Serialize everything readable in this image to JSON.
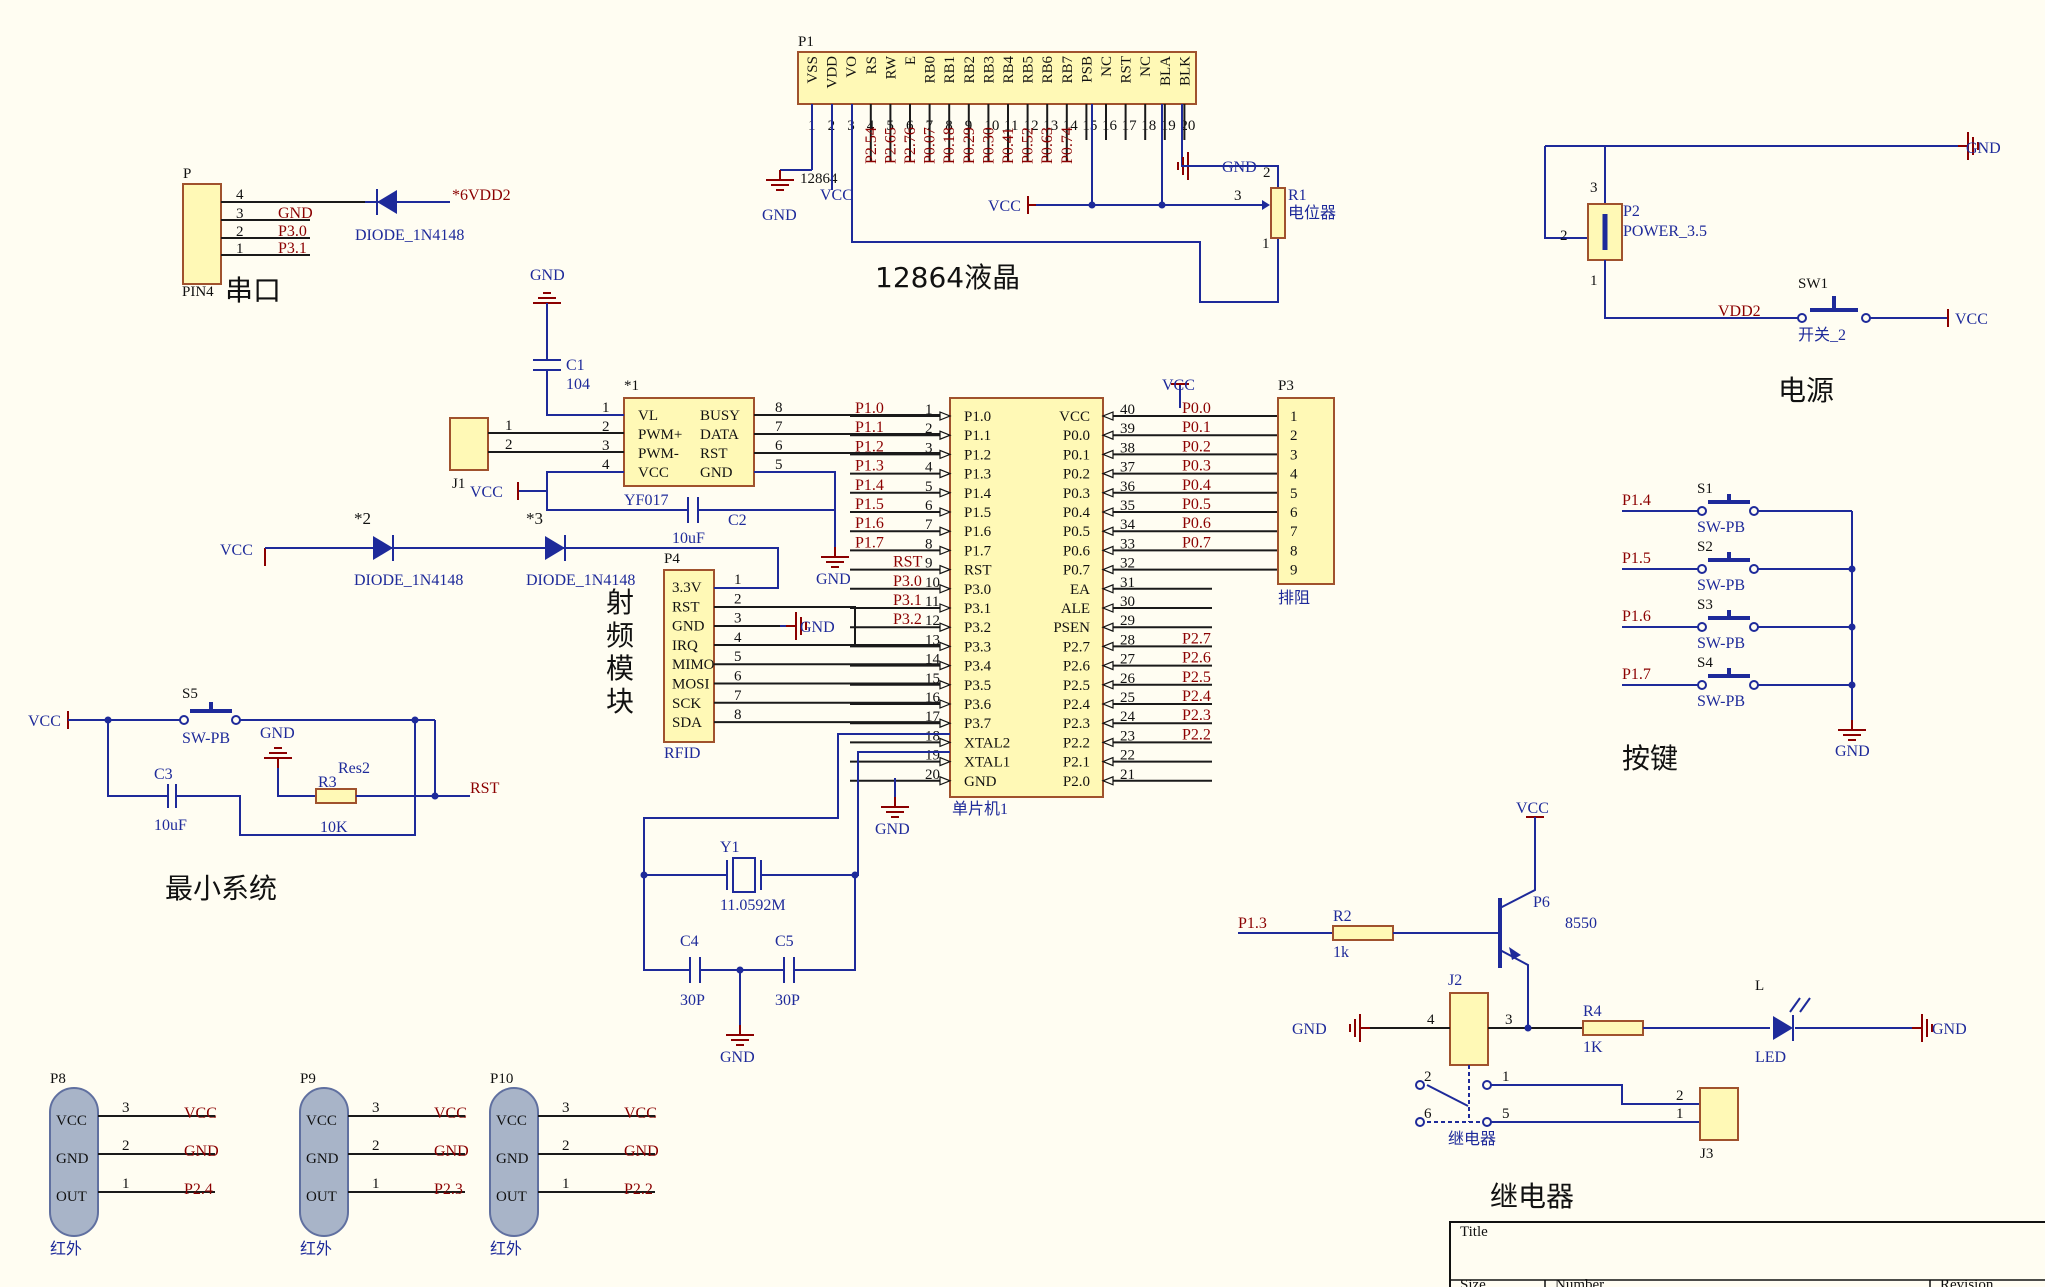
{
  "sections": {
    "serial": "串口",
    "lcd": "12864液晶",
    "power": "电源",
    "buttons": "按键",
    "minsys": "最小系统",
    "rf": "射频模块",
    "relay": "继电器"
  },
  "nets": {
    "gnd": "GND",
    "vcc": "VCC",
    "vdd2": "VDD2",
    "vdd2_alt": "*6VDD2",
    "rst": "RST"
  },
  "serial": {
    "ref": "P",
    "part": "PIN4",
    "pins": [
      "4",
      "3",
      "2",
      "1"
    ],
    "nets": [
      "GND",
      "P3.0",
      "P3.1"
    ],
    "diode": "DIODE_1N4148"
  },
  "lcd": {
    "ref": "P1",
    "part": "12864",
    "pins": [
      "VSS",
      "VDD",
      "VO",
      "RS",
      "RW",
      "E",
      "RB0",
      "RB1",
      "RB2",
      "RB3",
      "RB4",
      "RB5",
      "RB6",
      "RB7",
      "PSB",
      "NC",
      "RST",
      "NC",
      "BLA",
      "BLK"
    ],
    "numbers": [
      "1",
      "2",
      "3",
      "4",
      "5",
      "6",
      "7",
      "8",
      "9",
      "10",
      "11",
      "12",
      "13",
      "14",
      "15",
      "16",
      "17",
      "18",
      "19",
      "20"
    ],
    "nets": [
      "P2.54",
      "P2.65",
      "P2.76",
      "P0.07",
      "P0.18",
      "P0.29",
      "P0.30",
      "P0.41",
      "P0.52",
      "P0.63",
      "P0.74"
    ],
    "pot_ref": "R1",
    "pot_name": "电位器",
    "pot_pins": [
      "2",
      "3",
      "1"
    ]
  },
  "power": {
    "ref": "P2",
    "part": "POWER_3.5",
    "pins": [
      "3",
      "2",
      "1"
    ],
    "sw_ref": "SW1",
    "sw_name": "开关_2"
  },
  "buttons": [
    {
      "ref": "S1",
      "part": "SW-PB",
      "net": "P1.4"
    },
    {
      "ref": "S2",
      "part": "SW-PB",
      "net": "P1.5"
    },
    {
      "ref": "S3",
      "part": "SW-PB",
      "net": "P1.6"
    },
    {
      "ref": "S4",
      "part": "SW-PB",
      "net": "P1.7"
    }
  ],
  "voice": {
    "ref": "*1",
    "c1": "C1",
    "c1v": "104",
    "c2": "C2",
    "c2v": "10uF",
    "c2name": "YF017",
    "left": [
      "VL",
      "PWM+",
      "PWM-",
      "VCC"
    ],
    "right": [
      "BUSY",
      "DATA",
      "RST",
      "GND"
    ],
    "lnum": [
      "1",
      "2",
      "3",
      "4"
    ],
    "rnum": [
      "8",
      "7",
      "6",
      "5"
    ],
    "j1": "J1",
    "j1pins": [
      "1",
      "2"
    ]
  },
  "mcu": {
    "name": "单片机1",
    "left": [
      "P1.0",
      "P1.1",
      "P1.2",
      "P1.3",
      "P1.4",
      "P1.5",
      "P1.6",
      "P1.7",
      "RST",
      "P3.0",
      "P3.1",
      "P3.2",
      "P3.3",
      "P3.4",
      "P3.5",
      "P3.6",
      "P3.7",
      "XTAL2",
      "XTAL1",
      "GND"
    ],
    "right": [
      "VCC",
      "P0.0",
      "P0.1",
      "P0.2",
      "P0.3",
      "P0.4",
      "P0.5",
      "P0.6",
      "P0.7",
      "EA",
      "ALE",
      "PSEN",
      "P2.7",
      "P2.6",
      "P2.5",
      "P2.4",
      "P2.3",
      "P2.2",
      "P2.1",
      "P2.0"
    ],
    "lnum": [
      "1",
      "2",
      "3",
      "4",
      "5",
      "6",
      "7",
      "8",
      "9",
      "10",
      "11",
      "12",
      "13",
      "14",
      "15",
      "16",
      "17",
      "18",
      "19",
      "20"
    ],
    "rnum": [
      "40",
      "39",
      "38",
      "37",
      "36",
      "35",
      "34",
      "33",
      "32",
      "31",
      "30",
      "29",
      "28",
      "27",
      "26",
      "25",
      "24",
      "23",
      "22",
      "21"
    ],
    "lnets": [
      "P1.0",
      "P1.1",
      "P1.2",
      "P1.3",
      "P1.4",
      "P1.5",
      "P1.6",
      "P1.7",
      "RST",
      "P3.0",
      "P3.1",
      "P3.2"
    ],
    "rnets": [
      "P0.0",
      "P0.1",
      "P0.2",
      "P0.3",
      "P0.4",
      "P0.5",
      "P0.6",
      "P0.7",
      "",
      "",
      "",
      "",
      "P2.7",
      "P2.6",
      "P2.5",
      "P2.4",
      "P2.3",
      "P2.2"
    ]
  },
  "pullup": {
    "ref": "P3",
    "name": "排阻",
    "pins": [
      "1",
      "2",
      "3",
      "4",
      "5",
      "6",
      "7",
      "8",
      "9"
    ]
  },
  "rfid": {
    "ref": "P4",
    "part": "RFID",
    "pins": [
      "3.3V",
      "RST",
      "GND",
      "IRQ",
      "MIMO",
      "MOSI",
      "SCK",
      "SDA"
    ],
    "nums": [
      "1",
      "2",
      "3",
      "4",
      "5",
      "6",
      "7",
      "8"
    ]
  },
  "diodes": {
    "d2": "*2",
    "d3": "*3",
    "part": "DIODE_1N4148"
  },
  "minsys": {
    "s5": "S5",
    "s5part": "SW-PB",
    "c3": "C3",
    "c3v": "10uF",
    "r3": "R3",
    "r3name": "Res2",
    "r3v": "10K"
  },
  "crystal": {
    "ref": "Y1",
    "value": "11.0592M",
    "c4": "C4",
    "c5": "C5",
    "cv": "30P"
  },
  "relay": {
    "p6": "P6",
    "p6part": "8550",
    "r2": "R2",
    "r2v": "1k",
    "r4": "R4",
    "r4v": "1K",
    "led": "L",
    "ledpart": "LED",
    "j2": "J2",
    "j3": "J3",
    "relname": "继电器",
    "p13": "P1.3",
    "pins": [
      "4",
      "3",
      "2",
      "1",
      "6",
      "5"
    ],
    "j3pins": [
      "2",
      "1"
    ]
  },
  "ir": [
    {
      "ref": "P8",
      "out": "P2.4"
    },
    {
      "ref": "P9",
      "out": "P2.3"
    },
    {
      "ref": "P10",
      "out": "P2.2"
    }
  ],
  "ir_pins": [
    "VCC",
    "GND",
    "OUT"
  ],
  "ir_nums": [
    "3",
    "2",
    "1"
  ],
  "ir_name": "红外",
  "titleblock": {
    "title": "Title",
    "size": "Size",
    "number": "Number",
    "revision": "Revision"
  }
}
